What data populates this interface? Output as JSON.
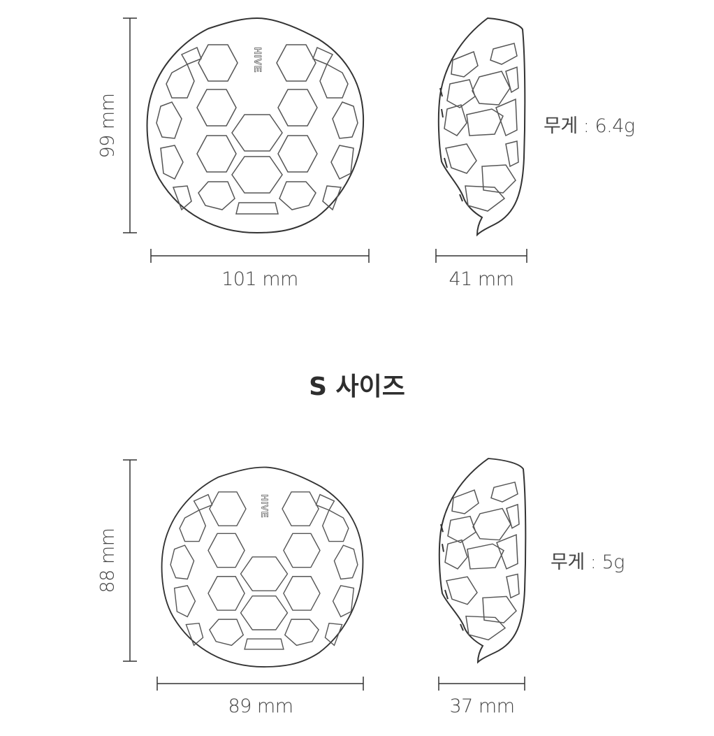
{
  "large": {
    "height_label": "99 mm",
    "width_label": "101 mm",
    "depth_label": "41 mm",
    "weight_label": "무게 : 6.4g",
    "logo_text": "HIVE"
  },
  "section_title": "S 사이즈",
  "small": {
    "height_label": "88 mm",
    "width_label": "89 mm",
    "depth_label": "37 mm",
    "weight_label": "무게 : 5g",
    "logo_text": "HIVE"
  },
  "colors": {
    "outline": "#333333",
    "cell_outline": "#555555",
    "dimension_line": "#333333"
  },
  "icons": [
    "grip-top-view-icon",
    "grip-side-view-icon"
  ]
}
